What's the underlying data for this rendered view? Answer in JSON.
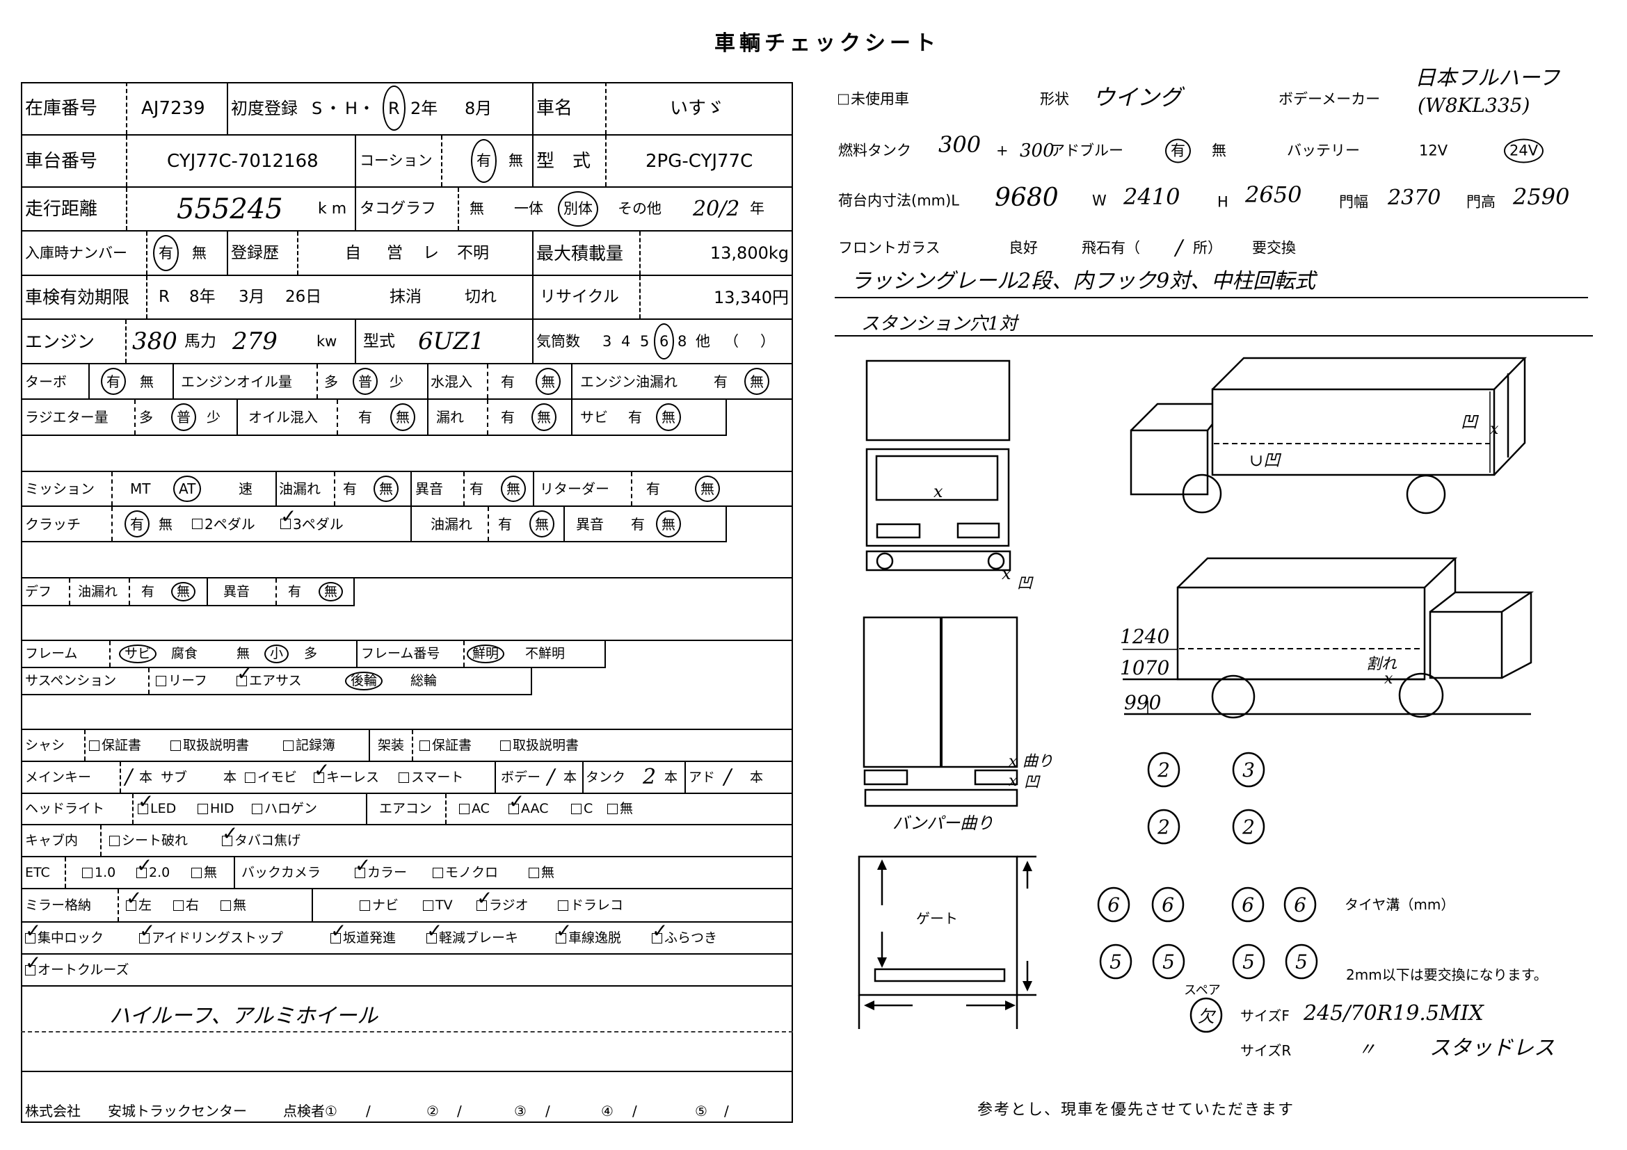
{
  "title": "車輌チェックシート",
  "stock": {
    "label": "在庫番号",
    "value": "AJ7239"
  },
  "first_reg": {
    "label": "初度登録",
    "sep": "・",
    "eras": [
      {
        "t": "S",
        "c": false
      },
      {
        "t": "H",
        "c": false
      },
      {
        "t": "R",
        "c": true
      }
    ],
    "year": "2年",
    "month": "8月"
  },
  "car_name": {
    "label": "車名",
    "value": "いすゞ"
  },
  "chassis_no": {
    "label": "車台番号",
    "value": "CYJ77C-7012168"
  },
  "caution": {
    "label": "コーション",
    "opts": [
      {
        "t": "有",
        "c": true
      },
      {
        "t": "無",
        "c": false
      }
    ]
  },
  "model": {
    "label": "型　式",
    "value": "2PG-CYJ77C"
  },
  "mileage": {
    "label": "走行距離",
    "value": "555245",
    "unit": "k m"
  },
  "tacho": {
    "label": "タコグラフ",
    "opts": [
      {
        "t": "無",
        "c": false
      },
      {
        "t": "一体",
        "c": false
      },
      {
        "t": "別体",
        "c": true
      },
      {
        "t": "その他",
        "c": false
      }
    ],
    "year": "20/2",
    "year_unit": "年"
  },
  "entry_plate": {
    "label": "入庫時ナンバー",
    "opts": [
      {
        "t": "有",
        "c": true
      },
      {
        "t": "無",
        "c": false
      }
    ]
  },
  "reg_history": {
    "label": "登録歴",
    "opts": [
      {
        "t": "自",
        "c": false
      },
      {
        "t": "営",
        "c": false
      },
      {
        "t": "レ",
        "c": false
      },
      {
        "t": "不明",
        "c": false
      }
    ]
  },
  "max_load": {
    "label": "最大積載量",
    "value": "13,800kg"
  },
  "inspection": {
    "label": "車検有効期限",
    "era": "R",
    "year": "8年",
    "month": "3月",
    "day": "26日",
    "opts": [
      {
        "t": "抹消",
        "c": false
      },
      {
        "t": "切れ",
        "c": false
      }
    ]
  },
  "recycle": {
    "label": "リサイクル",
    "value": "13,340円"
  },
  "engine": {
    "label": "エンジン",
    "ps": "380",
    "ps_label": "馬力",
    "kw": "279",
    "kw_unit": "kw",
    "type_label": "型式",
    "type": "6UZ1"
  },
  "cylinders": {
    "label": "気筒数",
    "opts": [
      {
        "t": "3",
        "c": false
      },
      {
        "t": "4",
        "c": false
      },
      {
        "t": "5",
        "c": false
      },
      {
        "t": "6",
        "c": true
      },
      {
        "t": "8",
        "c": false
      },
      {
        "t": "他",
        "c": false
      }
    ],
    "other_open": "（",
    "other_close": "）"
  },
  "turbo": {
    "label": "ターボ",
    "opts": [
      {
        "t": "有",
        "c": true
      },
      {
        "t": "無",
        "c": false
      }
    ]
  },
  "engine_oil": {
    "label": "エンジンオイル量",
    "opts": [
      {
        "t": "多",
        "c": false
      },
      {
        "t": "普",
        "c": true
      },
      {
        "t": "少",
        "c": false
      }
    ]
  },
  "water_mix": {
    "label": "水混入",
    "opts": [
      {
        "t": "有",
        "c": false
      },
      {
        "t": "無",
        "c": true
      }
    ]
  },
  "engine_leak": {
    "label": "エンジン油漏れ",
    "opts": [
      {
        "t": "有",
        "c": false
      },
      {
        "t": "無",
        "c": true
      }
    ]
  },
  "radiator": {
    "label": "ラジエター量",
    "opts": [
      {
        "t": "多",
        "c": false
      },
      {
        "t": "普",
        "c": true
      },
      {
        "t": "少",
        "c": false
      }
    ]
  },
  "oil_mix": {
    "label": "オイル混入",
    "opts": [
      {
        "t": "有",
        "c": false
      },
      {
        "t": "無",
        "c": true
      }
    ]
  },
  "leak": {
    "label": "漏れ",
    "opts": [
      {
        "t": "有",
        "c": false
      },
      {
        "t": "無",
        "c": true
      }
    ]
  },
  "rust": {
    "label": "サビ",
    "opts": [
      {
        "t": "有",
        "c": false
      },
      {
        "t": "無",
        "c": true
      }
    ]
  },
  "mission": {
    "label": "ミッション",
    "opts": [
      {
        "t": "MT",
        "c": false
      },
      {
        "t": "AT",
        "c": true
      }
    ],
    "speed": "速",
    "leak_label": "油漏れ",
    "leak": [
      {
        "t": "有",
        "c": false
      },
      {
        "t": "無",
        "c": true
      }
    ],
    "noise_label": "異音",
    "noise": [
      {
        "t": "有",
        "c": false
      },
      {
        "t": "無",
        "c": true
      }
    ]
  },
  "retarder": {
    "label": "リターダー",
    "opts": [
      {
        "t": "有",
        "c": false
      },
      {
        "t": "無",
        "c": true
      }
    ]
  },
  "clutch": {
    "label": "クラッチ",
    "opts": [
      {
        "t": "有",
        "c": true
      },
      {
        "t": "無",
        "c": false
      }
    ],
    "pedals": [
      {
        "t": "2ペダル",
        "chk": false
      },
      {
        "t": "3ペダル",
        "chk": true
      }
    ],
    "leak_label": "油漏れ",
    "leak": [
      {
        "t": "有",
        "c": false
      },
      {
        "t": "無",
        "c": true
      }
    ],
    "noise_label": "異音",
    "noise": [
      {
        "t": "有",
        "c": false
      },
      {
        "t": "無",
        "c": true
      }
    ]
  },
  "diff": {
    "label": "デフ",
    "leak_label": "油漏れ",
    "leak": [
      {
        "t": "有",
        "c": false
      },
      {
        "t": "無",
        "c": true
      }
    ],
    "noise_label": "異音",
    "noise": [
      {
        "t": "有",
        "c": false
      },
      {
        "t": "無",
        "c": true
      }
    ]
  },
  "frame": {
    "label": "フレーム",
    "rust": {
      "t": "サビ",
      "c": true
    },
    "corrosion_label": "腐食",
    "corrosion": [
      {
        "t": "無",
        "c": false
      },
      {
        "t": "小",
        "c": true
      },
      {
        "t": "多",
        "c": false
      }
    ],
    "no_label": "フレーム番号",
    "no": [
      {
        "t": "鮮明",
        "c": true
      },
      {
        "t": "不鮮明",
        "c": false
      }
    ]
  },
  "suspension": {
    "label": "サスペンション",
    "types": [
      {
        "t": "リーフ",
        "chk": false
      },
      {
        "t": "エアサス",
        "chk": true
      }
    ],
    "axle": [
      {
        "t": "後輪",
        "c": true
      },
      {
        "t": "総輪",
        "c": false
      }
    ]
  },
  "docs": {
    "chassis_label": "シャシ",
    "chassis": [
      {
        "t": "保証書",
        "chk": false
      },
      {
        "t": "取扱説明書",
        "chk": false
      },
      {
        "t": "記録簿",
        "chk": false
      }
    ],
    "body_label": "架装",
    "body": [
      {
        "t": "保証書",
        "chk": false
      },
      {
        "t": "取扱説明書",
        "chk": false
      }
    ]
  },
  "keys": {
    "label": "メインキー",
    "main_count": "/",
    "unit": "本",
    "sub_label": "サブ",
    "types": [
      {
        "t": "イモビ",
        "chk": false
      },
      {
        "t": "キーレス",
        "chk": true
      },
      {
        "t": "スマート",
        "chk": false
      }
    ],
    "body_label": "ボデー",
    "body_count": "/",
    "tank_label": "タンク",
    "tank_count": "2",
    "ad_label": "アド",
    "ad_count": "/"
  },
  "headlight": {
    "label": "ヘッドライト",
    "types": [
      {
        "t": "LED",
        "chk": true
      },
      {
        "t": "HID",
        "chk": false
      },
      {
        "t": "ハロゲン",
        "chk": false
      }
    ]
  },
  "aircon": {
    "label": "エアコン",
    "types": [
      {
        "t": "AC",
        "chk": false
      },
      {
        "t": "AAC",
        "chk": true
      },
      {
        "t": "C",
        "chk": false
      },
      {
        "t": "無",
        "chk": false
      }
    ]
  },
  "cab": {
    "label": "キャブ内",
    "items": [
      {
        "t": "シート破れ",
        "chk": false
      },
      {
        "t": "タバコ焦げ",
        "chk": true
      }
    ]
  },
  "etc": {
    "label": "ETC",
    "items": [
      {
        "t": "1.0",
        "chk": false
      },
      {
        "t": "2.0",
        "chk": true
      },
      {
        "t": "無",
        "chk": false
      }
    ]
  },
  "back_camera": {
    "label": "バックカメラ",
    "items": [
      {
        "t": "カラー",
        "chk": true
      },
      {
        "t": "モノクロ",
        "chk": false
      },
      {
        "t": "無",
        "chk": false
      }
    ]
  },
  "mirror": {
    "label": "ミラー格納",
    "items": [
      {
        "t": "左",
        "chk": true
      },
      {
        "t": "右",
        "chk": false
      },
      {
        "t": "無",
        "chk": false
      }
    ]
  },
  "equipment": {
    "items": [
      {
        "t": "ナビ",
        "chk": false
      },
      {
        "t": "TV",
        "chk": false
      },
      {
        "t": "ラジオ",
        "chk": true
      },
      {
        "t": "ドラレコ",
        "chk": false
      }
    ]
  },
  "safety": {
    "items": [
      {
        "t": "集中ロック",
        "chk": true
      },
      {
        "t": "アイドリングストップ",
        "chk": true
      },
      {
        "t": "坂道発進",
        "chk": true
      },
      {
        "t": "軽減ブレーキ",
        "chk": true
      },
      {
        "t": "車線逸脱",
        "chk": true
      },
      {
        "t": "ふらつき",
        "chk": true
      },
      {
        "t": "オートクルーズ",
        "chk": true
      }
    ]
  },
  "notes": {
    "text": "ハイルーフ、アルミホイール"
  },
  "footer_row": {
    "company": "株式会社",
    "shop": "安城トラックセンター",
    "inspector_label": "点検者",
    "inspectors": [
      "①",
      "②",
      "③",
      "④",
      "⑤"
    ],
    "slash": "/"
  },
  "unused": {
    "t": "未使用車",
    "chk": false
  },
  "shape": {
    "label": "形状",
    "value": "ウイング"
  },
  "body_maker": {
    "label": "ボデーメーカー",
    "value": "日本フルハーフ",
    "model": "(W8KL335)"
  },
  "fuel": {
    "label": "燃料タンク",
    "tank1": "300",
    "plus": "+",
    "tank2": "300",
    "adblue_label": "アドブルー",
    "adblue": [
      {
        "t": "有",
        "c": true
      },
      {
        "t": "無",
        "c": false
      }
    ]
  },
  "battery": {
    "label": "バッテリー",
    "opts": [
      {
        "t": "12V",
        "c": false
      },
      {
        "t": "24V",
        "c": true
      }
    ]
  },
  "cargo": {
    "label": "荷台内寸法(mm)L",
    "L": "9680",
    "w_label": "W",
    "W": "2410",
    "h_label": "H",
    "H": "2650",
    "door_w_label": "門幅",
    "door_w": "2370",
    "door_h_label": "門高",
    "door_h": "2590"
  },
  "windshield": {
    "label": "フロントガラス",
    "opts": [
      {
        "t": "良好",
        "c": false
      },
      {
        "t": "飛石有（",
        "c": false
      },
      {
        "t": "要交換",
        "c": false
      }
    ],
    "chips": "/",
    "chips_unit": "所）"
  },
  "remarks": [
    "ラッシングレール2段、内フック9対、中柱回転式",
    "スタンション穴1対"
  ],
  "diagrams": {
    "front": {
      "windshield_mark": "x",
      "bumper_mark": "x",
      "bumper_note": "凹"
    },
    "rear": {
      "caption": "バンパー曲り",
      "mark": "x",
      "note1": "曲り",
      "note2": "凹"
    },
    "gate": {
      "label": "ゲート"
    },
    "side_a": {
      "note1": "凹",
      "mark": "x",
      "note2": "∪凹"
    },
    "side_b": {
      "h1": "1240",
      "h2": "1070",
      "h3": "990",
      "note": "割れ",
      "mark": "x"
    }
  },
  "tires": {
    "tread_label": "タイヤ溝（mm）",
    "note": "2mm以下は要交換になります。",
    "rows": [
      [
        "2",
        "3"
      ],
      [
        "2",
        "2"
      ],
      [
        "6",
        "6",
        "6",
        "6"
      ],
      [
        "5",
        "5",
        "5",
        "5"
      ]
    ],
    "spare_label": "スペア",
    "spare": "欠",
    "size_f_label": "サイズF",
    "size_f": "245/70R19.5MIX",
    "size_r_label": "サイズR",
    "size_r": "〃",
    "size_r_type": "スタッドレス"
  },
  "disclaimer": "参考とし、現車を優先させていただきます"
}
